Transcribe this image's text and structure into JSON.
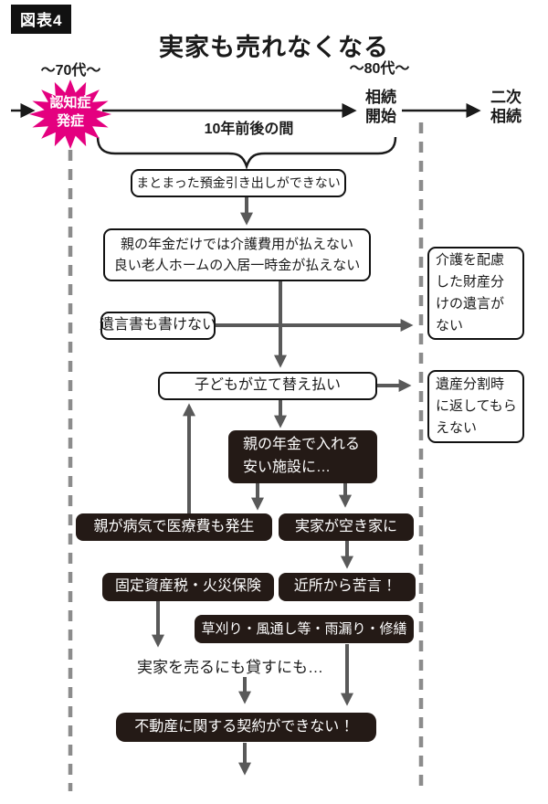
{
  "figure": {
    "badge": "図表4",
    "title": "実家も売れなくなる"
  },
  "timeline": {
    "left_age": "～70代～",
    "right_age": "～80代～",
    "starburst": "認知症\n発症",
    "duration": "10年前後の間",
    "inheritance_start": "相続\n開始",
    "secondary_inheritance": "二次\n相続"
  },
  "flow": {
    "withdraw": "まとまった預金引き出しができない",
    "pension": "親の年金だけでは介護費用が払えない\n良い老人ホームの入居一時金が払えない",
    "will": "遺言書も書けない",
    "side_will": "介護を配慮\nした財産分\nけの遺言が\nない",
    "advance": "子どもが立て替え払い",
    "side_repay": "遺産分割時\nに返してもら\nえない",
    "facility": "親の年金で入れる\n安い施設に…",
    "medical": "親が病気で医療費も発生",
    "vacant": "実家が空き家に",
    "tax": "固定資産税・火災保険",
    "complaint": "近所から苦言 ！",
    "maintenance": "草刈り・風通し等・雨漏り・修繕",
    "sell": "実家を売るにも貸すにも…",
    "contract": "不動産に関する契約ができない ！"
  },
  "colors": {
    "accent_starburst": "#e4007f",
    "dark_box": "#241a16",
    "arrow_gray": "#595959",
    "line_black": "#1a1a1a",
    "dash_gray": "#8c8c8c"
  }
}
